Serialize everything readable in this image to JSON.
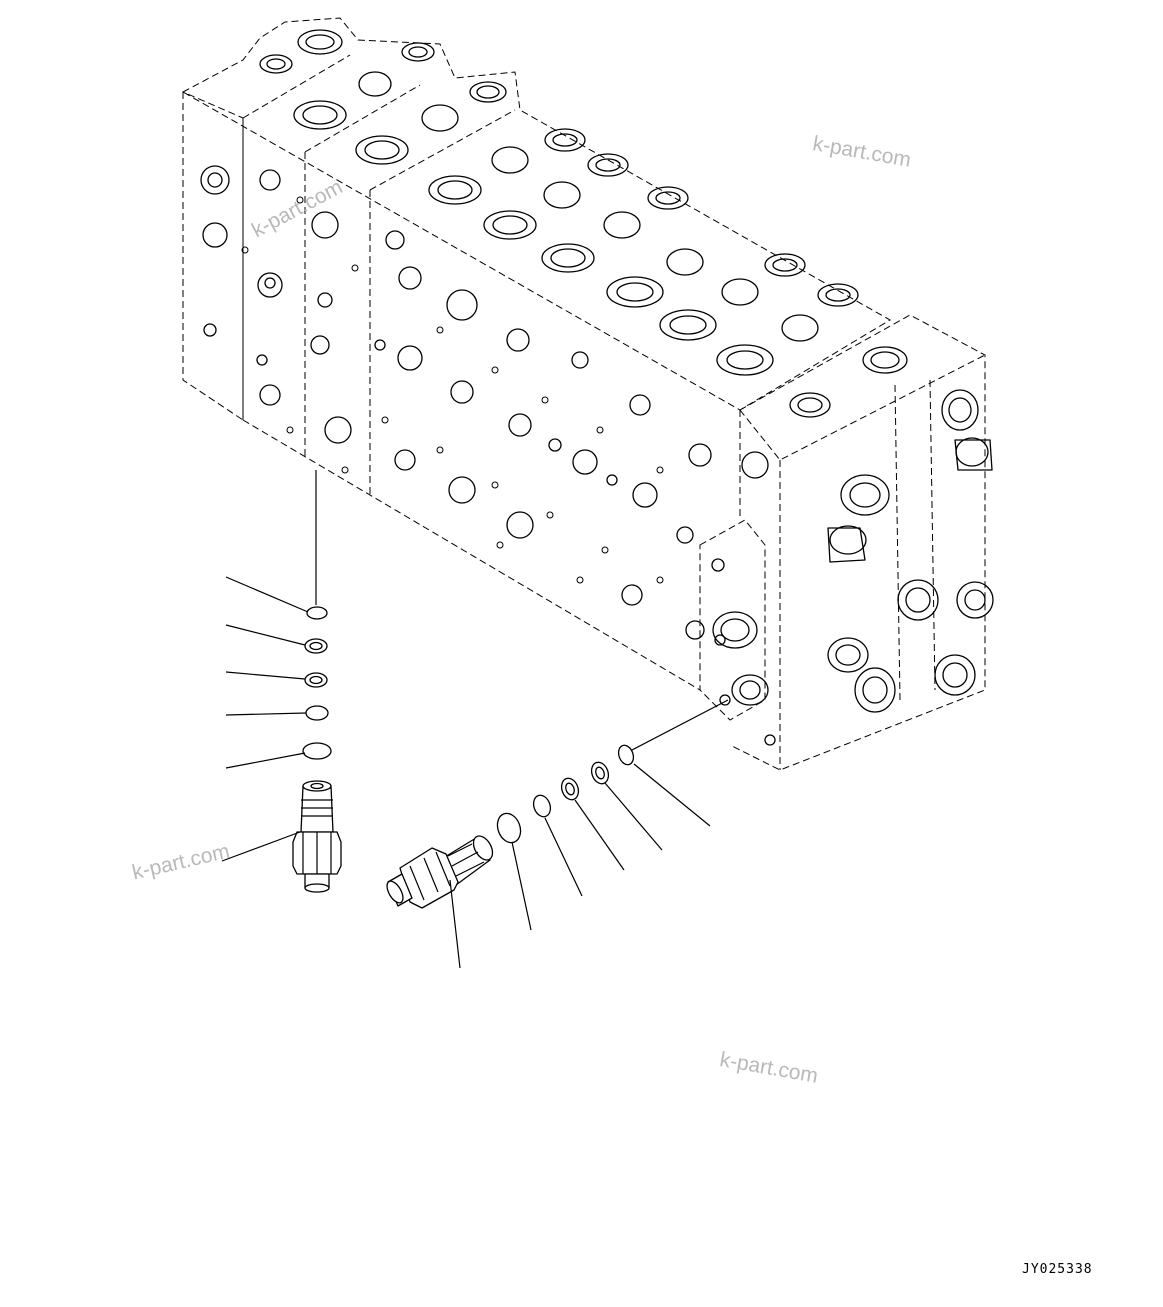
{
  "watermarks": [
    "k-part.com",
    "k-part.com",
    "k-part.com",
    "k-part.com"
  ],
  "doc_code": "JY025338"
}
